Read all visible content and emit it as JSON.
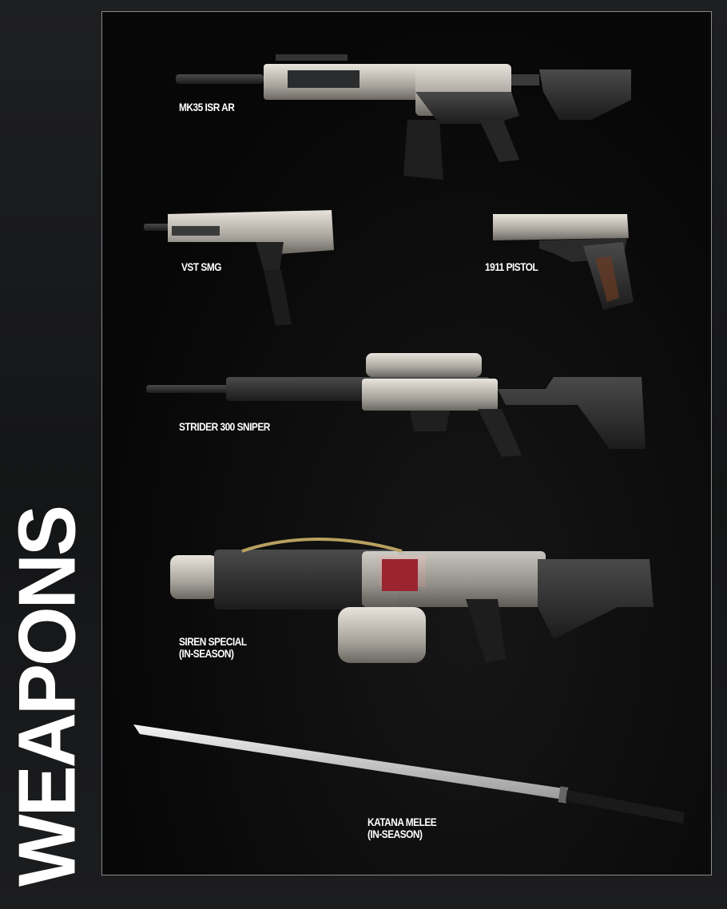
{
  "title": "WEAPONS",
  "weapons": [
    {
      "name": "MK35 ISR AR"
    },
    {
      "name": "VST SMG"
    },
    {
      "name": "1911 PISTOL"
    },
    {
      "name": "STRIDER 300 SNIPER"
    },
    {
      "name": "SIREN SPECIAL",
      "note": "(IN-SEASON)"
    },
    {
      "name": "KATANA MELEE",
      "note": "(IN-SEASON)"
    }
  ]
}
